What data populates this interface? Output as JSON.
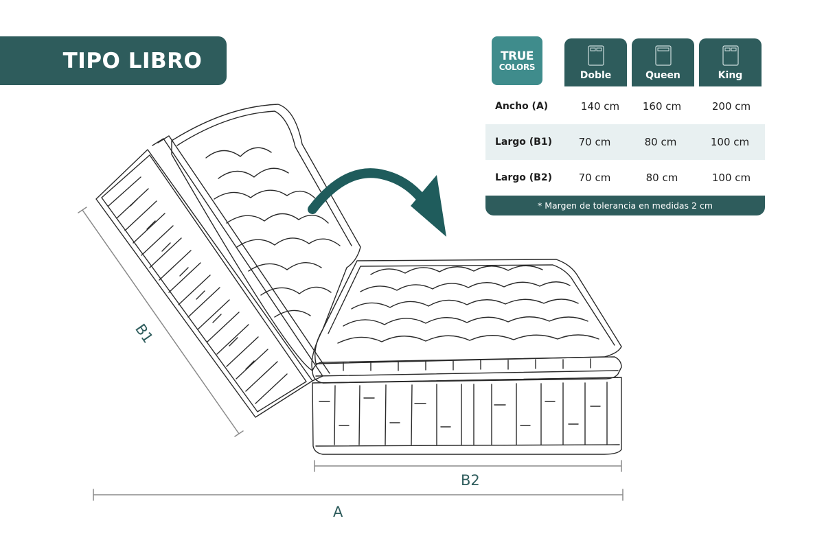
{
  "title": "TIPO LIBRO",
  "logo": {
    "line1": "TRUE",
    "line2": "COLORS"
  },
  "sizes": [
    "Doble",
    "Queen",
    "King"
  ],
  "rows": [
    {
      "label": "Ancho (A)",
      "values": [
        "140 cm",
        "160 cm",
        "200 cm"
      ]
    },
    {
      "label": "Largo (B1)",
      "values": [
        "70 cm",
        "80 cm",
        "100 cm"
      ]
    },
    {
      "label": "Largo (B2)",
      "values": [
        "70 cm",
        "80 cm",
        "100 cm"
      ]
    }
  ],
  "footnote": "* Margen de tolerancia en medidas 2 cm",
  "dimensions": {
    "b1": "B1",
    "b2": "B2",
    "a": "A"
  },
  "colors": {
    "brand": "#2e5c5c",
    "logo": "#3f8c8c",
    "row_alt": "#e8f0f1",
    "arrow": "#1f5c5c",
    "line": "#2a2a2a"
  },
  "icons": {
    "size_tab": "bed-icon",
    "arrow": "curved-arrow-icon"
  }
}
